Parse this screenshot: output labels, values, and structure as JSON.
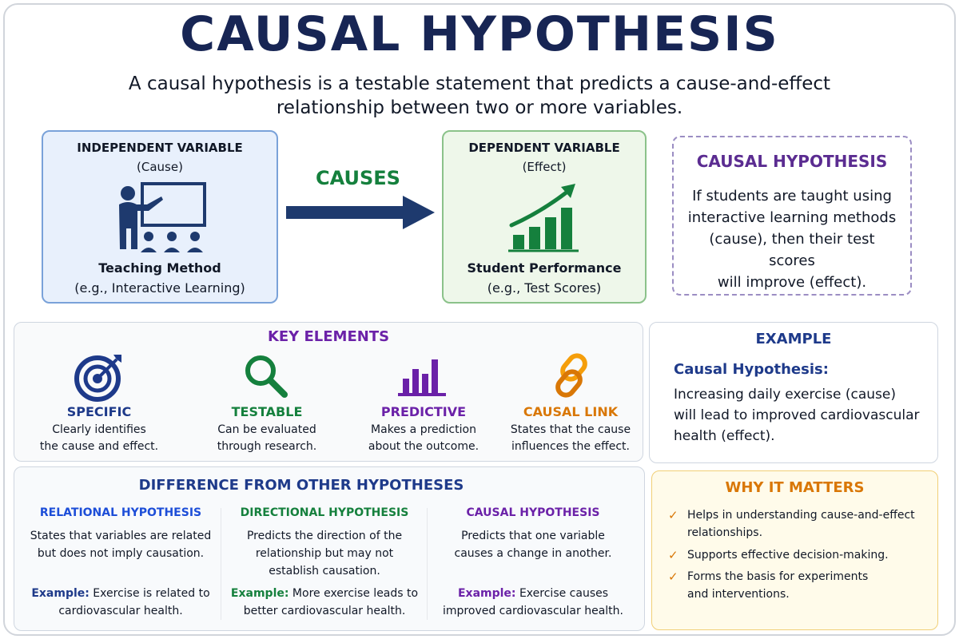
{
  "title": "CAUSAL HYPOTHESIS",
  "subtitle_line1": "A causal hypothesis is a testable statement that predicts a cause-and-effect",
  "subtitle_line2": "relationship between two or more variables.",
  "independent": {
    "heading": "INDEPENDENT VARIABLE",
    "role": "(Cause)",
    "name": "Teaching Method",
    "example": "(e.g., Interactive Learning)",
    "icon": "teacher-presentation-icon"
  },
  "causes_label": "CAUSES",
  "dependent": {
    "heading": "DEPENDENT VARIABLE",
    "role": "(Effect)",
    "name": "Student Performance",
    "example": "(e.g., Test Scores)",
    "icon": "growth-chart-icon"
  },
  "hypothesis_box": {
    "title": "CAUSAL HYPOTHESIS",
    "lines": [
      "If students are taught using",
      "interactive learning methods",
      "(cause), then their test scores",
      "will improve (effect)."
    ]
  },
  "key_elements": {
    "title": "KEY ELEMENTS",
    "items": [
      {
        "name": "SPECIFIC",
        "desc1": "Clearly identifies",
        "desc2": "the cause and effect.",
        "icon": "target-icon",
        "color": "#1e3a8a"
      },
      {
        "name": "TESTABLE",
        "desc1": "Can be evaluated",
        "desc2": "through research.",
        "icon": "magnifier-icon",
        "color": "#15803d"
      },
      {
        "name": "PREDICTIVE",
        "desc1": "Makes a prediction",
        "desc2": "about the outcome.",
        "icon": "bar-chart-icon",
        "color": "#6b21a8"
      },
      {
        "name": "CAUSAL LINK",
        "desc1": "States that the cause",
        "desc2": "influences the effect.",
        "icon": "chain-link-icon",
        "color": "#d97706"
      }
    ]
  },
  "example": {
    "title": "EXAMPLE",
    "heading": "Causal Hypothesis:",
    "lines": [
      "Increasing daily exercise (cause)",
      "will lead to improved cardiovascular",
      "health (effect)."
    ]
  },
  "difference": {
    "title": "DIFFERENCE FROM OTHER HYPOTHESES",
    "columns": [
      {
        "title": "RELATIONAL HYPOTHESIS",
        "desc": [
          "States that variables are related",
          "but does not imply causation."
        ],
        "example_label": "Example:",
        "example_line1": " Exercise is related to",
        "example_line2": "cardiovascular health."
      },
      {
        "title": "DIRECTIONAL HYPOTHESIS",
        "desc": [
          "Predicts the direction of the",
          "relationship but may not",
          "establish causation."
        ],
        "example_label": "Example:",
        "example_line1": " More exercise leads to",
        "example_line2": "better cardiovascular health."
      },
      {
        "title": "CAUSAL HYPOTHESIS",
        "desc": [
          "Predicts that one variable",
          "causes a change in another."
        ],
        "example_label": "Example:",
        "example_line1": " Exercise causes",
        "example_line2": "improved cardiovascular health."
      }
    ]
  },
  "why": {
    "title": "WHY IT MATTERS",
    "items": [
      {
        "line1": "Helps in understanding cause-and-effect",
        "line2": "relationships."
      },
      {
        "line1": "Supports effective decision-making.",
        "line2": ""
      },
      {
        "line1": "Forms the basis for experiments",
        "line2": "and interventions."
      }
    ],
    "check_icon": "checkmark-icon"
  },
  "colors": {
    "navy": "#172554",
    "green": "#15803d",
    "purple": "#5b2c91",
    "orange": "#d97706"
  }
}
